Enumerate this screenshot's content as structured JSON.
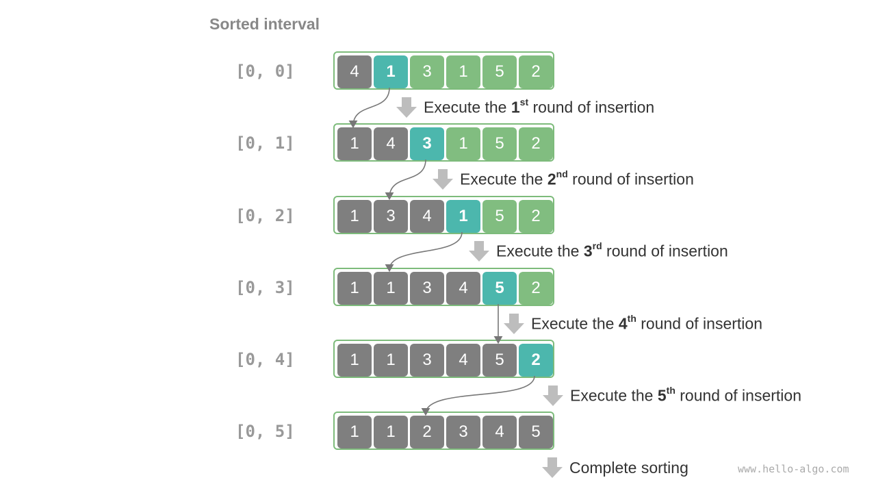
{
  "header": {
    "title": "Sorted interval"
  },
  "rows": [
    {
      "label": "[0, 0]",
      "values": [
        "4",
        "1",
        "3",
        "1",
        "5",
        "2"
      ],
      "states": [
        "s",
        "c",
        "u",
        "u",
        "u",
        "u"
      ]
    },
    {
      "label": "[0, 1]",
      "values": [
        "1",
        "4",
        "3",
        "1",
        "5",
        "2"
      ],
      "states": [
        "s",
        "s",
        "c",
        "u",
        "u",
        "u"
      ]
    },
    {
      "label": "[0, 2]",
      "values": [
        "1",
        "3",
        "4",
        "1",
        "5",
        "2"
      ],
      "states": [
        "s",
        "s",
        "s",
        "c",
        "u",
        "u"
      ]
    },
    {
      "label": "[0, 3]",
      "values": [
        "1",
        "1",
        "3",
        "4",
        "5",
        "2"
      ],
      "states": [
        "s",
        "s",
        "s",
        "s",
        "c",
        "u"
      ]
    },
    {
      "label": "[0, 4]",
      "values": [
        "1",
        "1",
        "3",
        "4",
        "5",
        "2"
      ],
      "states": [
        "s",
        "s",
        "s",
        "s",
        "s",
        "c"
      ]
    },
    {
      "label": "[0, 5]",
      "values": [
        "1",
        "1",
        "2",
        "3",
        "4",
        "5"
      ],
      "states": [
        "s",
        "s",
        "s",
        "s",
        "s",
        "s"
      ]
    }
  ],
  "steps": [
    {
      "prefix": "Execute the ",
      "ordinal": "1",
      "suffix_sup": "st",
      "rest": " round of insertion"
    },
    {
      "prefix": "Execute the ",
      "ordinal": "2",
      "suffix_sup": "nd",
      "rest": " round of insertion"
    },
    {
      "prefix": "Execute the ",
      "ordinal": "3",
      "suffix_sup": "rd",
      "rest": " round of insertion"
    },
    {
      "prefix": "Execute the ",
      "ordinal": "4",
      "suffix_sup": "th",
      "rest": " round of insertion"
    },
    {
      "prefix": "Execute the ",
      "ordinal": "5",
      "suffix_sup": "th",
      "rest": " round of insertion"
    },
    {
      "text": "Complete sorting"
    }
  ],
  "colors": {
    "sorted": "#7f7f7f",
    "unsorted": "#81bd80",
    "current": "#4cb7ad",
    "frame": "#7dbb7b",
    "arrow": "#bdbdbd"
  },
  "icons": {
    "step_arrow": "down-arrow-icon"
  },
  "watermark": "www.hello-algo.com"
}
